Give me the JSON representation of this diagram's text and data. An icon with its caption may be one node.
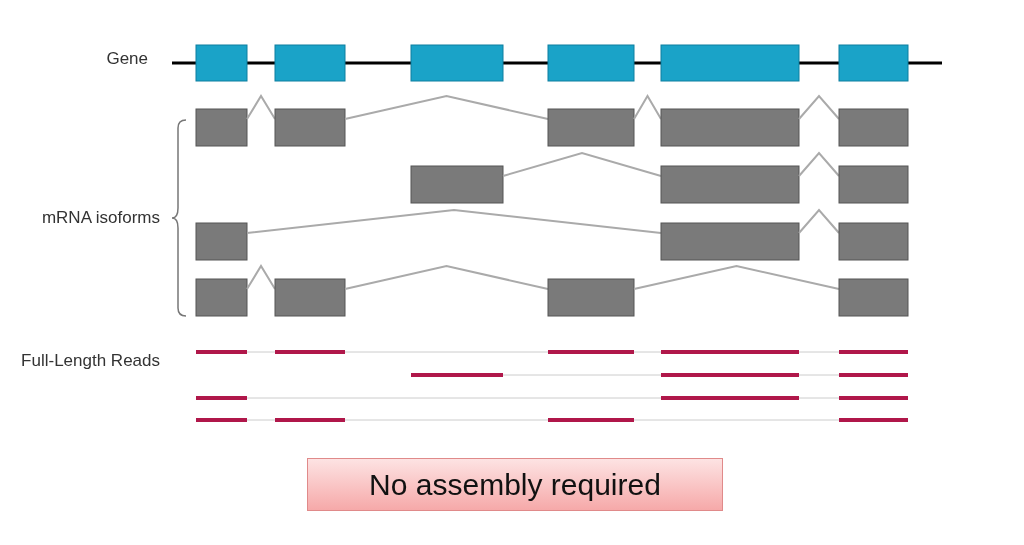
{
  "diagram": {
    "nodes": [
      {
        "text": [
          "No assembly required"
        ]
      }
    ],
    "edges": [],
    "labels": [
      "Gene",
      "mRNA isoforms",
      "Full-Length Reads"
    ]
  }
}
